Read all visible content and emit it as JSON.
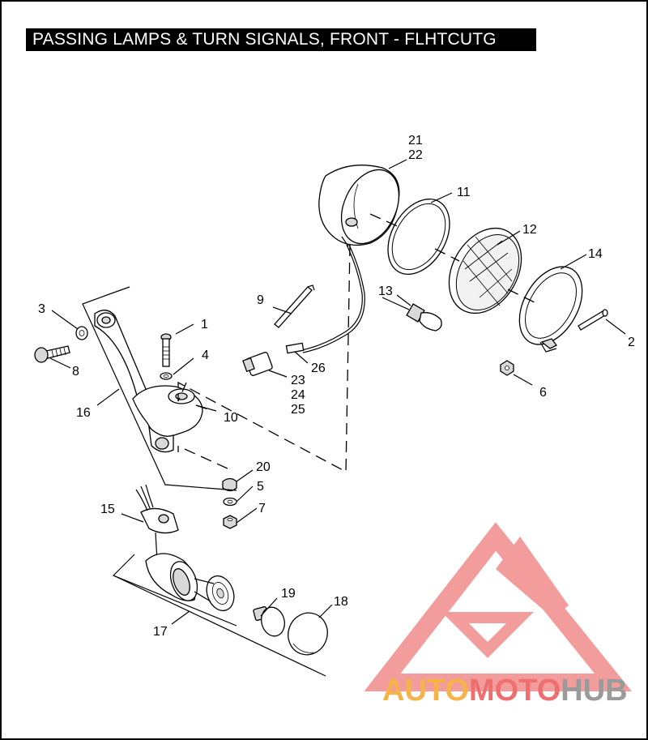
{
  "title": "PASSING LAMPS & TURN SIGNALS, FRONT - FLHTCUTG",
  "callouts": {
    "c1": "1",
    "c2": "2",
    "c3": "3",
    "c4": "4",
    "c5": "5",
    "c6": "6",
    "c7": "7",
    "c8": "8",
    "c9": "9",
    "c10": "10",
    "c11": "11",
    "c12": "12",
    "c13": "13",
    "c14": "14",
    "c15": "15",
    "c16": "16",
    "c17": "17",
    "c18": "18",
    "c19": "19",
    "c20": "20",
    "c21": "21",
    "c22": "22",
    "c23": "23",
    "c24": "24",
    "c25": "25",
    "c26": "26"
  },
  "watermark": {
    "part1": "AUTO",
    "part2": "MOTO",
    "part3": "HUB",
    "color_orange": "#f5b34a",
    "color_red": "#ef6f6f",
    "color_gray": "#9a9a9a"
  }
}
